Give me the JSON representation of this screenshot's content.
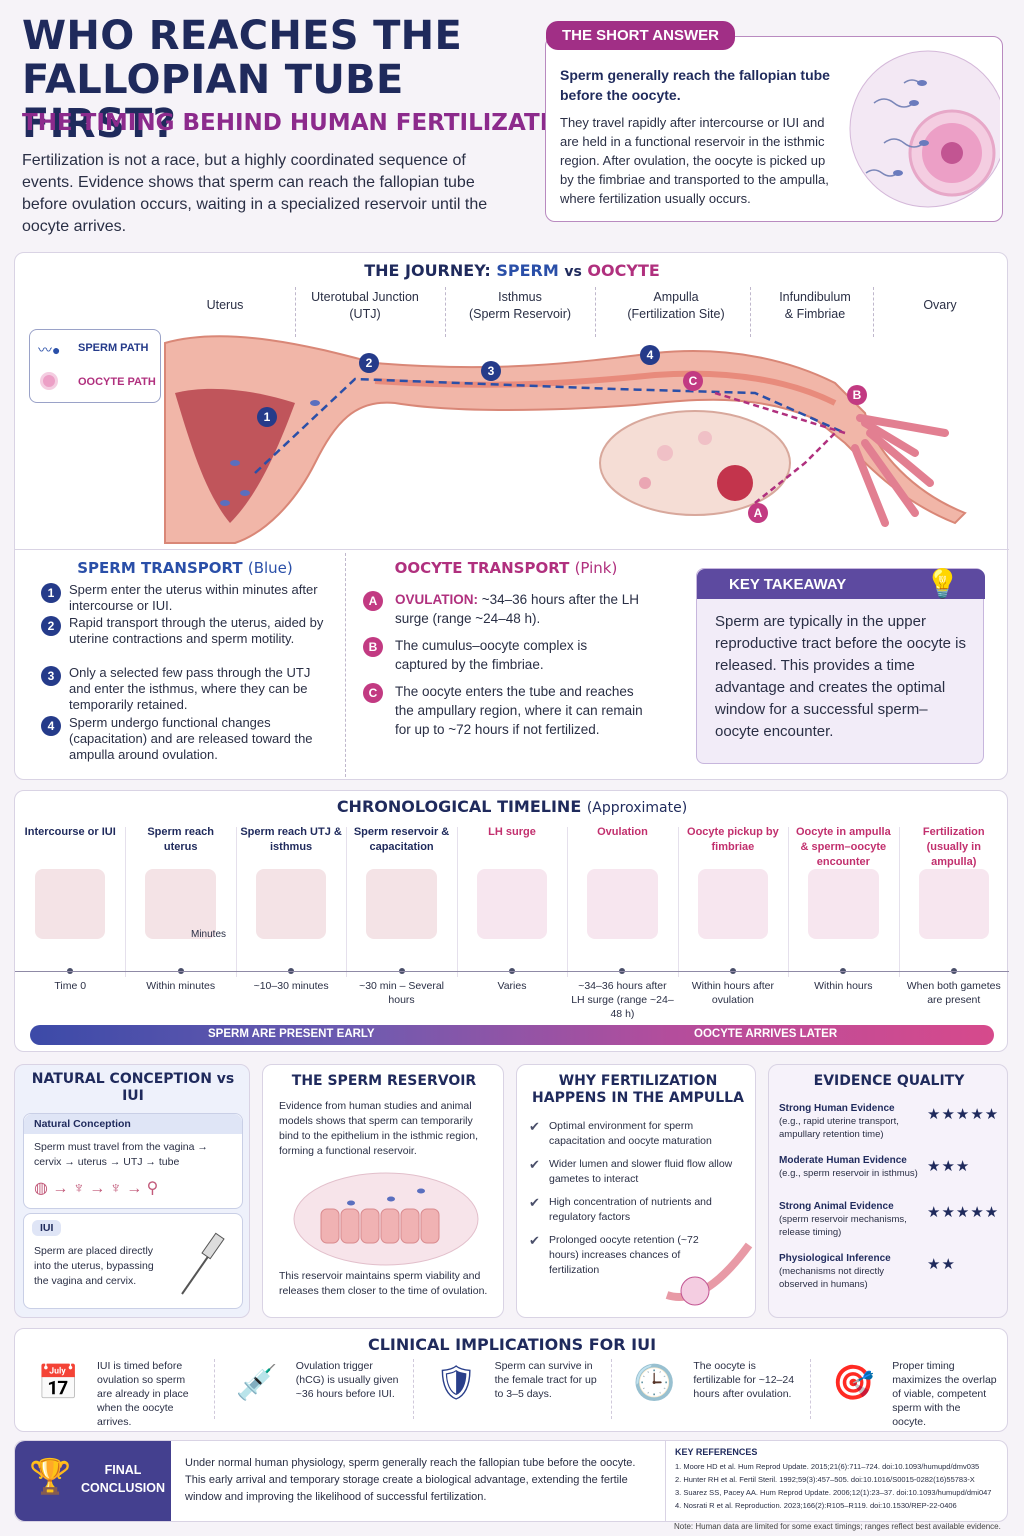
{
  "header": {
    "title": "WHO REACHES THE FALLOPIAN TUBE FIRST?",
    "subtitle": "THE TIMING BEHIND HUMAN FERTILIZATION",
    "intro": "Fertilization is not a race, but a highly coordinated sequence of events. Evidence shows that sperm can reach the fallopian tube before ovulation occurs, waiting in a specialized reservoir until the oocyte arrives."
  },
  "short_answer": {
    "label": "THE SHORT ANSWER",
    "lead": "Sperm generally reach the fallopian tube before the oocyte.",
    "body": "They travel rapidly after intercourse or IUI and are held in a functional reservoir in the isthmic region. After ovulation, the oocyte is picked up by the fimbriae and transported to the ampulla, where fertilization usually occurs."
  },
  "journey": {
    "title_prefix": "THE JOURNEY:",
    "title_sperm": "SPERM",
    "title_vs": "vs",
    "title_oocyte": "OOCYTE",
    "regions": [
      {
        "name": "Uterus",
        "sub": ""
      },
      {
        "name": "Uterotubal Junction",
        "sub": "(UTJ)"
      },
      {
        "name": "Isthmus",
        "sub": "(Sperm Reservoir)"
      },
      {
        "name": "Ampulla",
        "sub": "(Fertilization Site)"
      },
      {
        "name": "Infundibulum",
        "sub": "& Fimbriae"
      },
      {
        "name": "Ovary",
        "sub": ""
      }
    ],
    "legend": {
      "sperm": "SPERM PATH",
      "oocyte": "OOCYTE PATH"
    },
    "markers": [
      "1",
      "2",
      "3",
      "4",
      "A",
      "B",
      "C"
    ]
  },
  "sperm_transport": {
    "title": "SPERM TRANSPORT",
    "tag": "(Blue)",
    "items": [
      {
        "n": "1",
        "text": "Sperm enter the uterus within minutes after intercourse or IUI."
      },
      {
        "n": "2",
        "text": "Rapid transport through the uterus, aided by uterine contractions and sperm motility."
      },
      {
        "n": "3",
        "text": "Only a selected few pass through the UTJ and enter the isthmus, where they can be temporarily retained."
      },
      {
        "n": "4",
        "text": "Sperm undergo functional changes (capacitation) and are released toward the ampulla around ovulation."
      }
    ]
  },
  "oocyte_transport": {
    "title": "OOCYTE TRANSPORT",
    "tag": "(Pink)",
    "items": [
      {
        "n": "A",
        "strong": "OVULATION:",
        "text": "~34–36 hours after the LH surge (range ~24–48 h)."
      },
      {
        "n": "B",
        "strong": "",
        "text": "The cumulus–oocyte complex is captured by the fimbriae."
      },
      {
        "n": "C",
        "strong": "",
        "text": "The oocyte enters the tube and reaches the ampullary region, where it can remain for up to ~72 hours if not fertilized."
      }
    ]
  },
  "key_takeaway": {
    "title": "KEY TAKEAWAY",
    "text": "Sperm are typically in the upper reproductive tract before the oocyte is released. This provides a time advantage and creates the optimal window for a successful sperm–oocyte encounter."
  },
  "timeline": {
    "title": "CHRONOLOGICAL TIMELINE",
    "tag": "(Approximate)",
    "minutes_label": "Minutes",
    "steps": [
      {
        "head": "Intercourse or IUI",
        "time": "Time 0",
        "color": "#1f2a5c"
      },
      {
        "head": "Sperm reach uterus",
        "time": "Within minutes",
        "color": "#1f2a5c"
      },
      {
        "head": "Sperm reach UTJ & isthmus",
        "time": "~10–30 minutes",
        "color": "#1f2a5c"
      },
      {
        "head": "Sperm reservoir & capacitation",
        "time": "~30 min – Several hours",
        "color": "#1f2a5c"
      },
      {
        "head": "LH surge",
        "time": "Varies",
        "color": "#c2306e"
      },
      {
        "head": "Ovulation",
        "time": "~34–36 hours after LH surge (range ~24–48 h)",
        "color": "#c2306e"
      },
      {
        "head": "Oocyte pickup by fimbriae",
        "time": "Within hours after ovulation",
        "color": "#c2306e"
      },
      {
        "head": "Oocyte in ampulla & sperm–oocyte encounter",
        "time": "Within hours",
        "color": "#c2306e"
      },
      {
        "head": "Fertilization (usually in ampulla)",
        "time": "When both gametes are present",
        "color": "#c2306e"
      }
    ],
    "bar_left": "SPERM ARE PRESENT EARLY",
    "bar_right": "OOCYTE ARRIVES LATER"
  },
  "natural_vs_iui": {
    "title": "NATURAL CONCEPTION vs IUI",
    "natural_label": "Natural Conception",
    "natural_text": "Sperm must travel from the vagina → cervix → uterus → UTJ → tube",
    "iui_label": "IUI",
    "iui_text": "Sperm are placed directly into the uterus, bypassing the vagina and cervix."
  },
  "reservoir": {
    "title": "THE SPERM RESERVOIR",
    "text1": "Evidence from human studies and animal models shows that sperm can temporarily bind to the epithelium in the isthmic region, forming a functional reservoir.",
    "text2": "This reservoir maintains sperm viability and releases them closer to the time of ovulation."
  },
  "ampulla": {
    "title": "WHY FERTILIZATION HAPPENS IN THE AMPULLA",
    "items": [
      "Optimal environment for sperm capacitation and oocyte maturation",
      "Wider lumen and slower fluid flow allow gametes to interact",
      "High concentration of nutrients and regulatory factors",
      "Prolonged oocyte retention (~72 hours) increases chances of fertilization"
    ]
  },
  "evidence": {
    "title": "EVIDENCE QUALITY",
    "rows": [
      {
        "label": "Strong Human Evidence",
        "sub": "(e.g., rapid uterine transport, ampullary retention time)",
        "stars": "★★★★★"
      },
      {
        "label": "Moderate Human Evidence",
        "sub": "(e.g., sperm reservoir in isthmus)",
        "stars": "★★★"
      },
      {
        "label": "Strong Animal Evidence",
        "sub": "(sperm reservoir mechanisms, release timing)",
        "stars": "★★★★★"
      },
      {
        "label": "Physiological Inference",
        "sub": "(mechanisms not directly observed in humans)",
        "stars": "★★"
      }
    ]
  },
  "clinical": {
    "title": "CLINICAL IMPLICATIONS FOR IUI",
    "items": [
      {
        "icon": "calendar-clock-icon",
        "text": "IUI is timed before ovulation so sperm are already in place when the oocyte arrives."
      },
      {
        "icon": "syringe-icon",
        "text": "Ovulation trigger (hCG) is usually given ~36 hours before IUI."
      },
      {
        "icon": "shield-icon",
        "text": "Sperm can survive in the female tract for up to 3–5 days."
      },
      {
        "icon": "clock-icon",
        "text": "The oocyte is fertilizable for ~12–24 hours after ovulation."
      },
      {
        "icon": "target-icon",
        "text": "Proper timing maximizes the overlap of viable, competent sperm with the oocyte."
      }
    ]
  },
  "conclusion": {
    "label": "FINAL CONCLUSION",
    "text": "Under normal human physiology, sperm generally reach the fallopian tube before the oocyte. This early arrival and temporary storage create a biological advantage, extending the fertile window and improving the likelihood of successful fertilization."
  },
  "references": {
    "title": "KEY REFERENCES",
    "items": [
      "1. Moore HD et al. Hum Reprod Update. 2015;21(6):711–724. doi:10.1093/humupd/dmv035",
      "2. Hunter RH et al. Fertil Steril. 1992;59(3):457–505. doi:10.1016/S0015-0282(16)55783-X",
      "3. Suarez SS, Pacey AA. Hum Reprod Update. 2006;12(1):23–37. doi:10.1093/humupd/dmi047",
      "4. Nosrati R et al. Reproduction. 2023;166(2):R105–R119. doi:10.1530/REP-22-0406"
    ],
    "note": "Note: Human data are limited for some exact timings; ranges reflect best available evidence."
  }
}
